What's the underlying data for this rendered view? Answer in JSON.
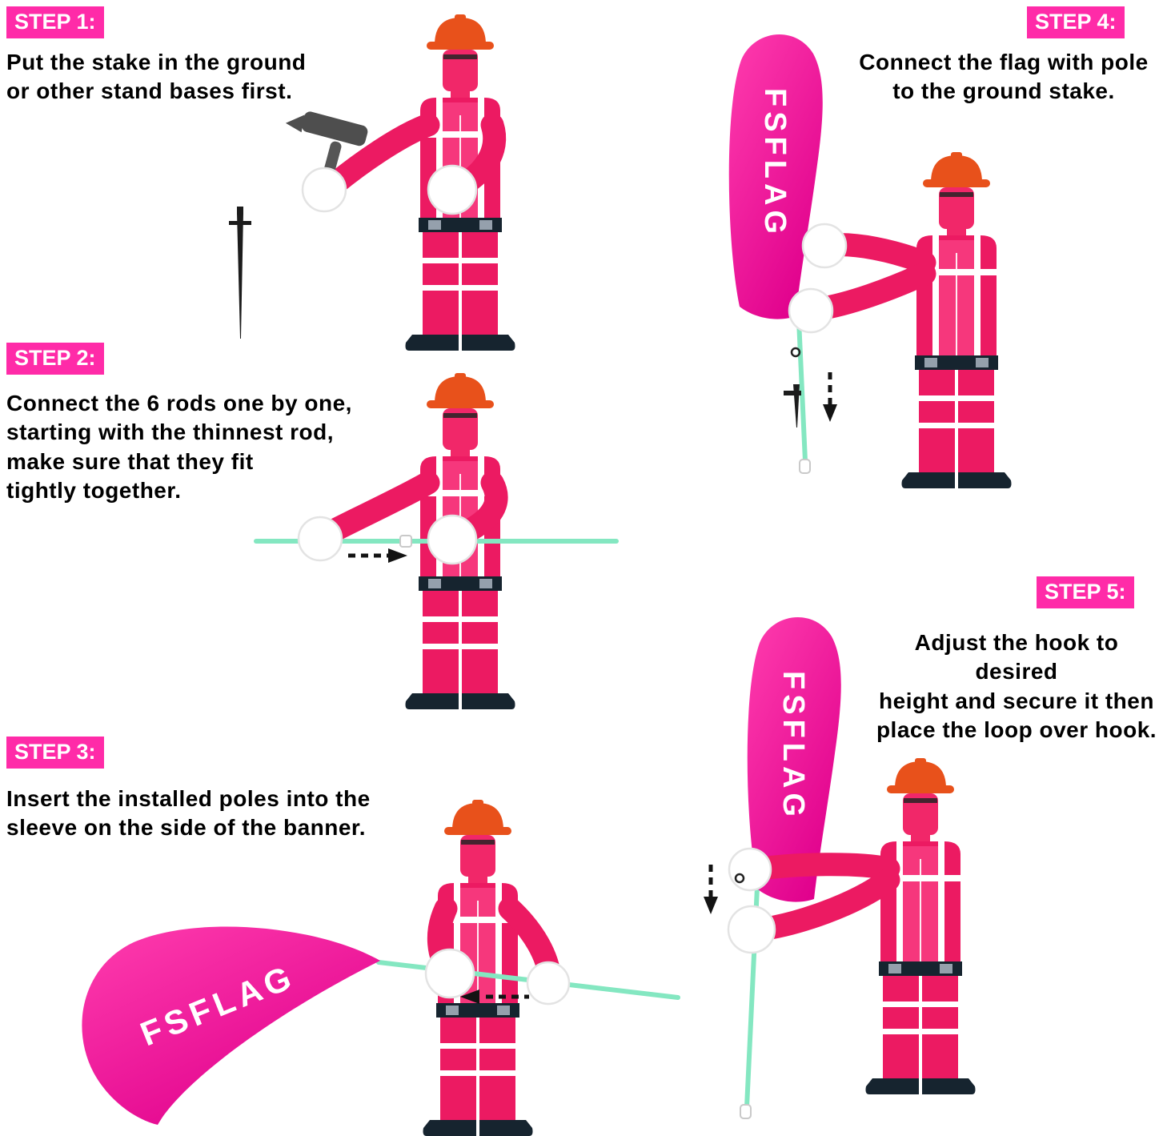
{
  "flag_brand": "FSFLAG",
  "colors": {
    "label_bg": "#FF2BA8",
    "label_text": "#FFFFFF",
    "suit": "#EC1A62",
    "suit_light": "#F6377C",
    "face": "#F12769",
    "hat": "#E8511B",
    "flag_top": "#FF3DAE",
    "flag_bottom": "#E0008C",
    "rod": "#84E7C1",
    "dark": "#16242F",
    "collar": "#5F6A74"
  },
  "icons": [
    "hammer-icon",
    "ground-stake-icon",
    "right-arrow-icon",
    "left-arrow-icon",
    "down-arrow-icon",
    "hook-ring-icon"
  ],
  "steps": [
    {
      "label": "STEP 1:",
      "lines": [
        "Put the stake in the ground",
        "or other stand bases first."
      ]
    },
    {
      "label": "STEP 2:",
      "lines": [
        "Connect the 6 rods one by one,",
        "starting with the thinnest rod,",
        "make sure that they fit",
        "tightly together."
      ]
    },
    {
      "label": "STEP 3:",
      "lines": [
        "Insert the installed poles into the",
        "sleeve on the side of the banner."
      ]
    },
    {
      "label": "STEP 4:",
      "lines": [
        "Connect the flag with pole",
        "to the ground stake."
      ]
    },
    {
      "label": "STEP 5:",
      "lines": [
        "Adjust the hook to desired",
        "height and secure it then",
        "place the loop over hook."
      ]
    }
  ]
}
